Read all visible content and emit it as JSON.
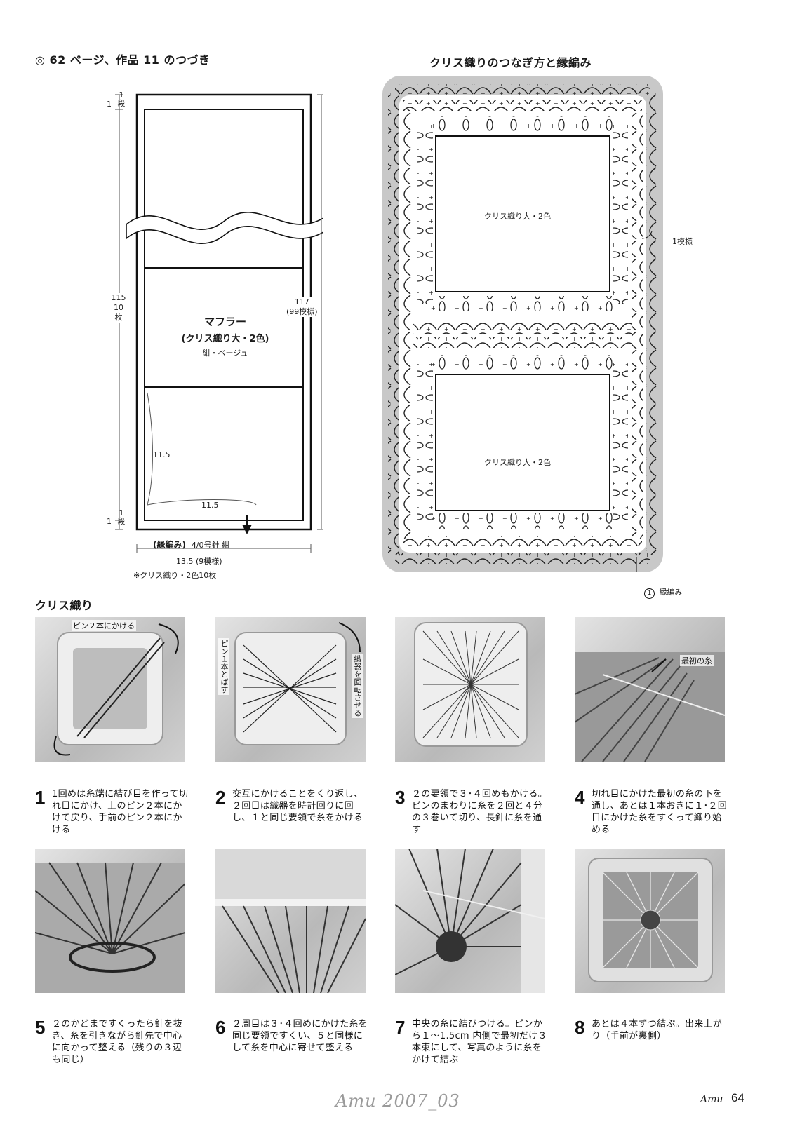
{
  "header": {
    "continuation": "◎ 62 ページ、作品 11 のつづき",
    "joining_title": "クリス織りのつなぎ方と縁編み"
  },
  "scarf_diagram": {
    "top_rows": "1",
    "top_rows_label": "段",
    "total_height": "115",
    "total_height_pieces": "10",
    "total_height_pieces_unit": "枚",
    "right_height": "117",
    "right_height_pattern": "(99模様)",
    "title": "マフラー",
    "subtitle": "(クリス織り大・2色)",
    "colors": "紺・ベージュ",
    "square_height": "11.5",
    "square_width": "11.5",
    "bottom_rows": "1",
    "bottom_rows_label": "段",
    "edging_label": "(縁編み)",
    "edging_needle": "4/0号針 紺",
    "width": "13.5 (9模様)",
    "note": "※クリス織り・2色10枚"
  },
  "joining_diagram": {
    "square_label_1": "クリス織り大・2色",
    "square_label_2": "クリス織り大・2色",
    "pattern_label": "1模様",
    "edging_round": "1",
    "edging_label": "縁編み"
  },
  "section_title": "クリス織り",
  "steps": [
    {
      "num": "1",
      "text": "1回めは糸端に結び目を作って切れ目にかけ、上のピン２本にかけて戻り、手前のピン２本にかける",
      "callout": "ピン２本にかける"
    },
    {
      "num": "2",
      "text": "交互にかけることをくり返し、２回目は織器を時計回りに回し、１と同じ要領で糸をかける",
      "callout_left": "ピン１本とばす",
      "callout_right": "織器を回転させる"
    },
    {
      "num": "3",
      "text": "２の要領で３･４回めもかける。ピンのまわりに糸を２回と４分の３巻いて切り、長針に糸を通す"
    },
    {
      "num": "4",
      "text": "切れ目にかけた最初の糸の下を通し、あとは１本おきに１･２回目にかけた糸をすくって織り始める",
      "callout": "最初の糸"
    },
    {
      "num": "5",
      "text": "２のかどまですくったら針を抜き、糸を引きながら針先で中心に向かって整える（残りの３辺も同じ）"
    },
    {
      "num": "6",
      "text": "２周目は３･４回めにかけた糸を同じ要領ですくい、５と同様にして糸を中心に寄せて整える"
    },
    {
      "num": "7",
      "text": "中央の糸に結びつける。ピンから１～1.5cm 内側で最初だけ３本束にして、写真のように糸をかけて結ぶ"
    },
    {
      "num": "8",
      "text": "あとは４本ずつ結ぶ。出来上がり（手前が裏側）"
    }
  ],
  "footer": {
    "magazine": "Amu",
    "page": "64",
    "watermark": "Amu 2007_03"
  }
}
